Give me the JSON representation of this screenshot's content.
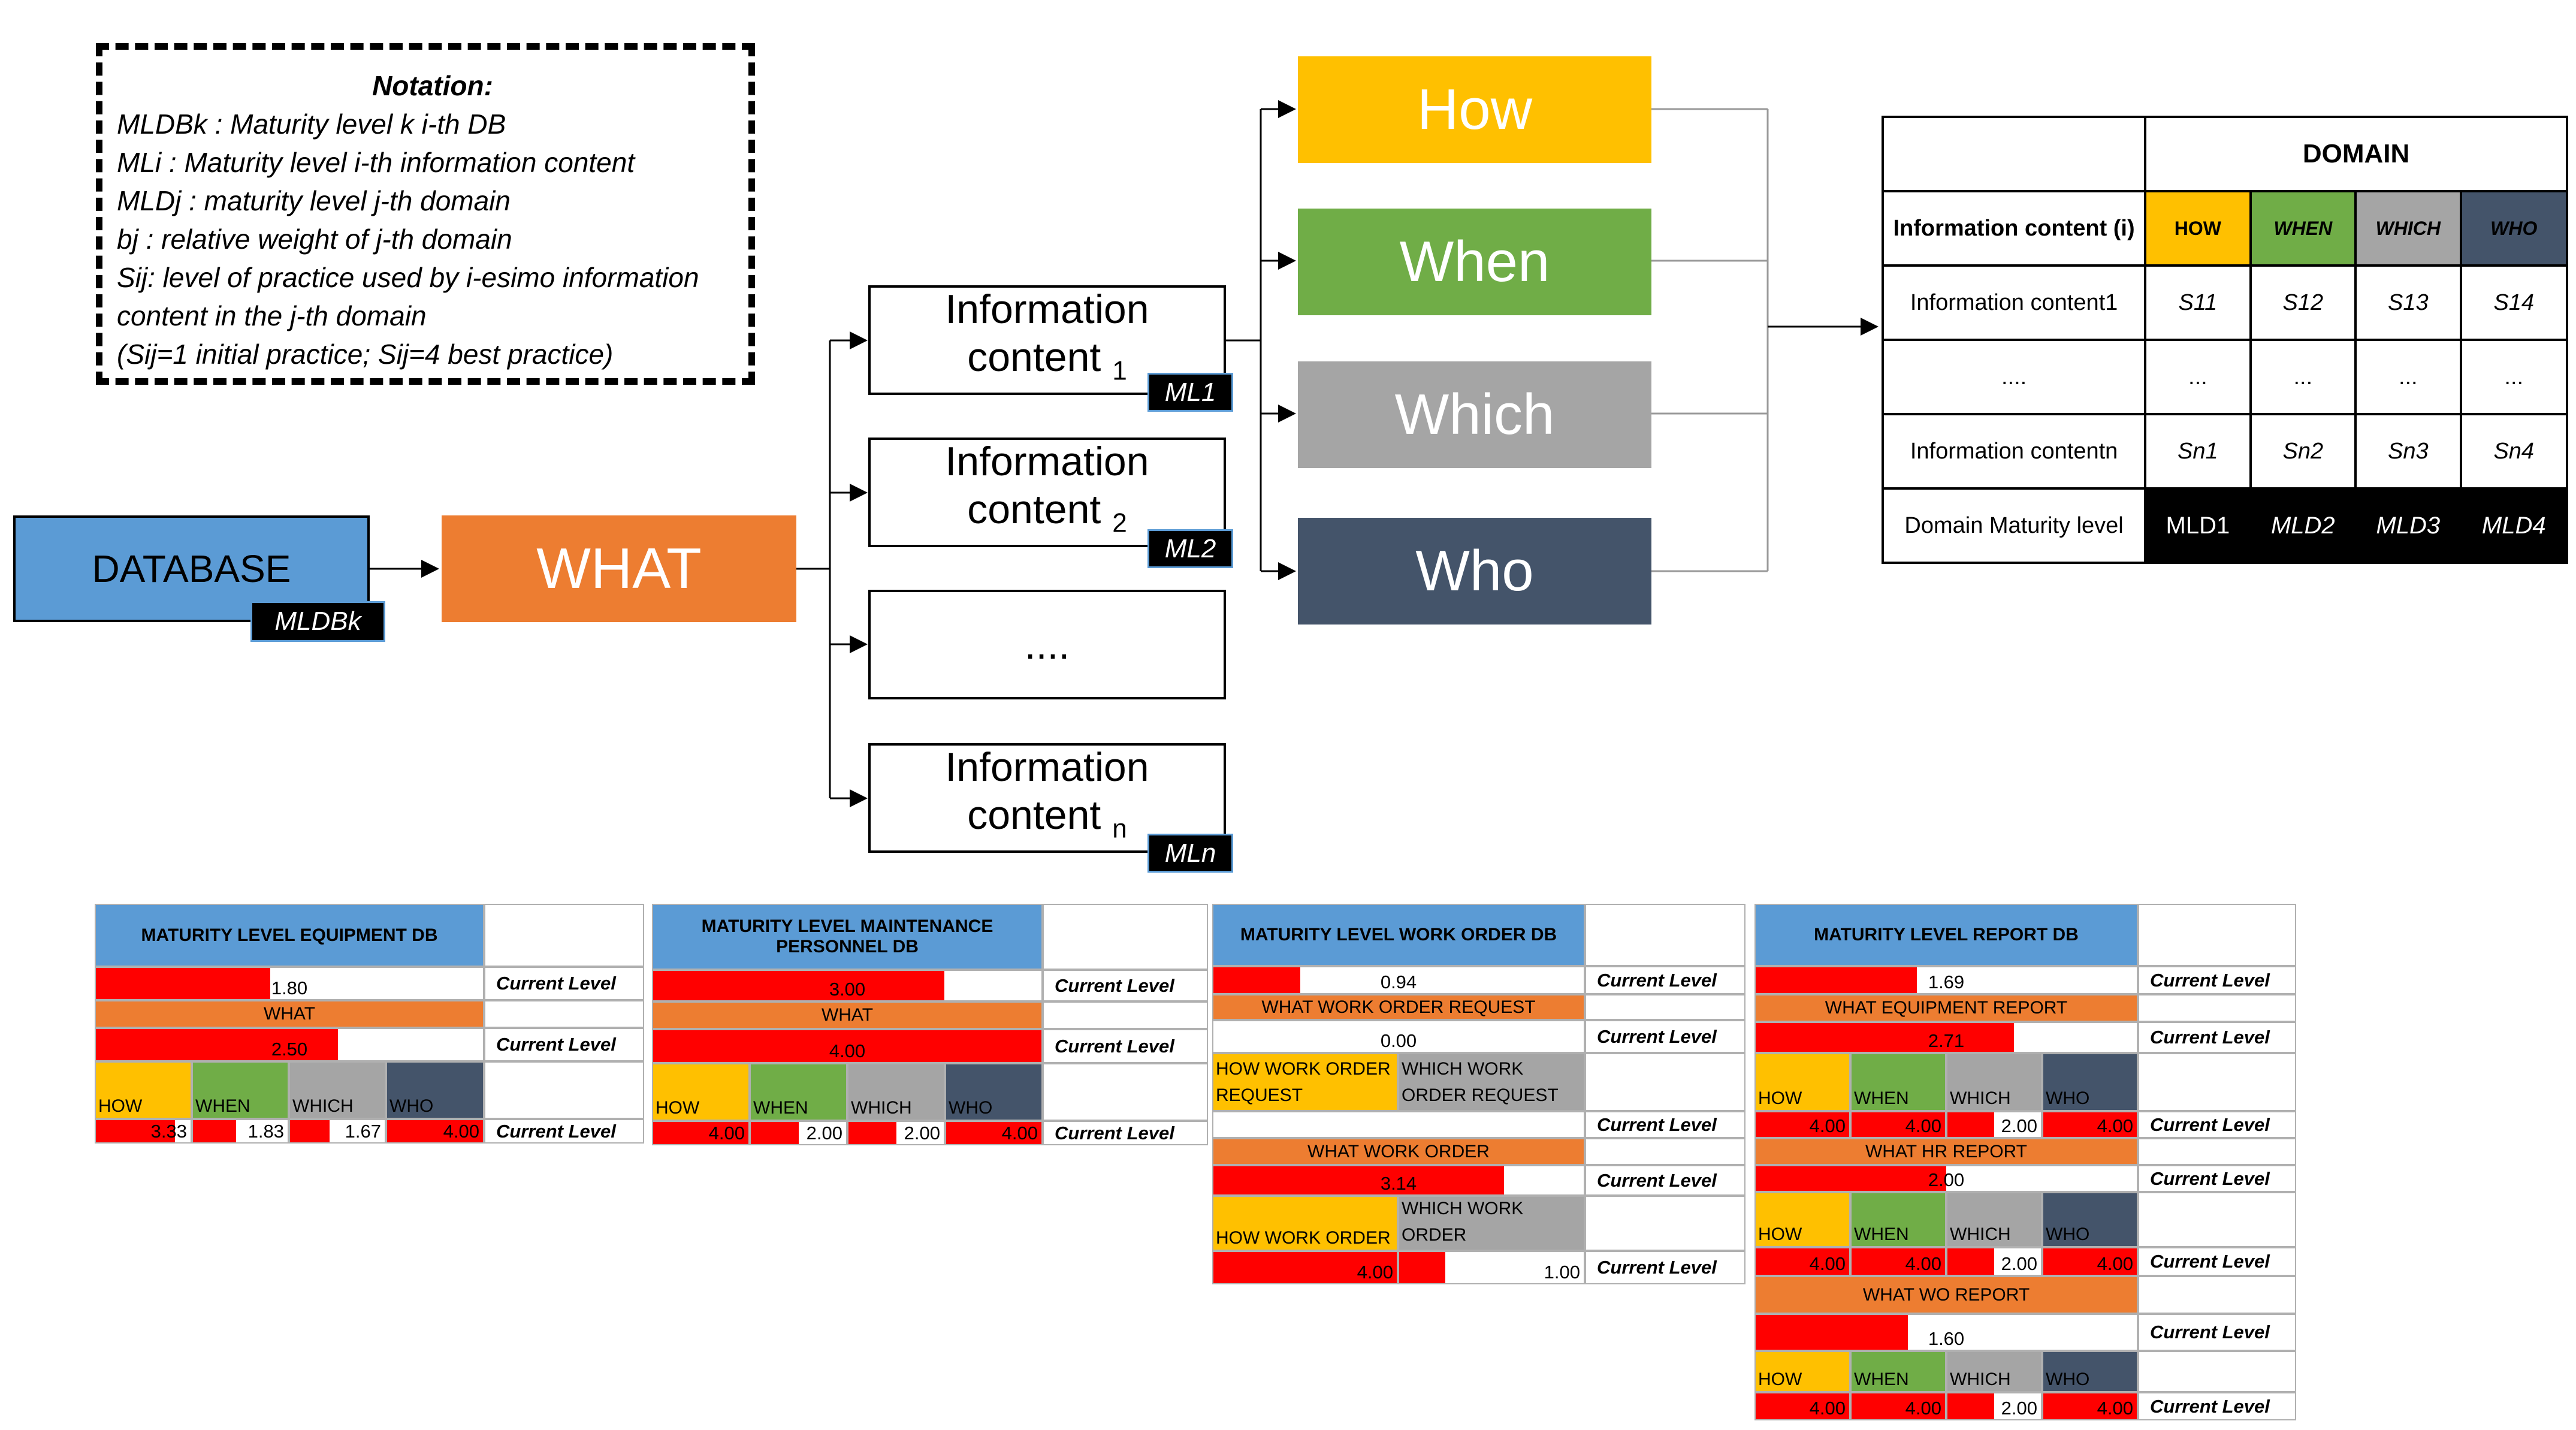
{
  "notation": {
    "title": "Notation:",
    "lines": [
      "MLDBk : Maturity level k i-th DB",
      "MLi : Maturity level i-th information content",
      "MLDj : maturity level j-th domain",
      "bj : relative weight of j-th domain",
      "Sij: level of practice used by i-esimo information",
      "content in the j-th domain",
      "(Sij=1 initial practice; Sij=4 best practice)"
    ]
  },
  "flow": {
    "database": "DATABASE",
    "database_tag": "MLDBk",
    "what": "WHAT",
    "ic1": {
      "line1": "Information",
      "line2": "content",
      "sub": "1",
      "tag": "ML1"
    },
    "ic2": {
      "line1": "Information",
      "line2": "content",
      "sub": "2",
      "tag": "ML2"
    },
    "ic3": {
      "text": "...."
    },
    "icn": {
      "line1": "Information",
      "line2": "content",
      "sub": "n",
      "tag": "MLn"
    },
    "domains": [
      "How",
      "When",
      "Which",
      "Who"
    ]
  },
  "domain_table": {
    "title": "DOMAIN",
    "header_label": "Information content (i)",
    "columns": [
      "HOW",
      "WHEN",
      "WHICH",
      "WHO"
    ],
    "rows": [
      {
        "label": "Information content1",
        "cells": [
          "S11",
          "S12",
          "S13",
          "S14"
        ]
      },
      {
        "label": "....",
        "cells": [
          "...",
          "...",
          "...",
          "..."
        ]
      },
      {
        "label": "Information contentn",
        "cells": [
          "Sn1",
          "Sn2",
          "Sn3",
          "Sn4"
        ]
      },
      {
        "label": "Domain Maturity level",
        "cells": [
          "MLD1",
          "MLD2",
          "MLD3",
          "MLD4"
        ]
      }
    ]
  },
  "maturity_tables": {
    "current_level_label": "Current Level",
    "domain_labels": [
      "HOW",
      "WHEN",
      "WHICH",
      "WHO"
    ],
    "equipment": {
      "title": "MATURITY LEVEL EQUIPMENT DB",
      "db_level": 1.8,
      "db_level_text": "1.80",
      "what_label": "WHAT",
      "what_level": 2.5,
      "what_level_text": "2.50",
      "domain_values": [
        3.33,
        1.83,
        1.67,
        4.0
      ],
      "domain_values_text": [
        "3.33",
        "1.83",
        "1.67",
        "4.00"
      ]
    },
    "personnel": {
      "title": "MATURITY LEVEL MAINTENANCE PERSONNEL  DB",
      "db_level": 3.0,
      "db_level_text": "3.00",
      "what_label": "WHAT",
      "what_level": 4.0,
      "what_level_text": "4.00",
      "domain_values": [
        4.0,
        2.0,
        2.0,
        4.0
      ],
      "domain_values_text": [
        "4.00",
        "2.00",
        "2.00",
        "4.00"
      ]
    },
    "workorder": {
      "title": "MATURITY LEVEL WORK ORDER DB",
      "db_level": 0.94,
      "db_level_text": "0.94",
      "what1_label": "WHAT WORK ORDER REQUEST",
      "what1_level": 0.0,
      "what1_level_text": "0.00",
      "how1_label": "HOW WORK ORDER REQUEST",
      "which1_label": "WHICH WORK ORDER REQUEST",
      "what2_label": "WHAT WORK ORDER",
      "what2_level": 3.14,
      "what2_level_text": "3.14",
      "how2_label": "HOW WORK ORDER",
      "which2_label": "WHICH WORK ORDER",
      "how2_value": 4.0,
      "how2_value_text": "4.00",
      "which2_value": 1.0,
      "which2_value_text": "1.00"
    },
    "report": {
      "title": "MATURITY LEVEL REPORT DB",
      "db_level": 1.69,
      "db_level_text": "1.69",
      "what1_label": "WHAT EQUIPMENT REPORT",
      "what1_level": 2.71,
      "what1_level_text": "2.71",
      "d1_values": [
        4.0,
        4.0,
        2.0,
        4.0
      ],
      "d1_values_text": [
        "4.00",
        "4.00",
        "2.00",
        "4.00"
      ],
      "what2_label": "WHAT HR REPORT",
      "what2_level": 2.0,
      "what2_level_text": "2.00",
      "d2_values": [
        4.0,
        4.0,
        2.0,
        4.0
      ],
      "d2_values_text": [
        "4.00",
        "4.00",
        "2.00",
        "4.00"
      ],
      "what3_label": "WHAT WO REPORT",
      "what3_level": 1.6,
      "what3_level_text": "1.60",
      "d3_values": [
        4.0,
        4.0,
        2.0,
        4.0
      ],
      "d3_values_text": [
        "4.00",
        "4.00",
        "2.00",
        "4.00"
      ]
    }
  },
  "colors": {
    "how": "#ffc000",
    "when": "#70ad47",
    "which": "#a5a5a5",
    "who": "#44546a",
    "what": "#ed7d31",
    "database": "#5b9bd5",
    "level_bar": "#ff0000"
  }
}
